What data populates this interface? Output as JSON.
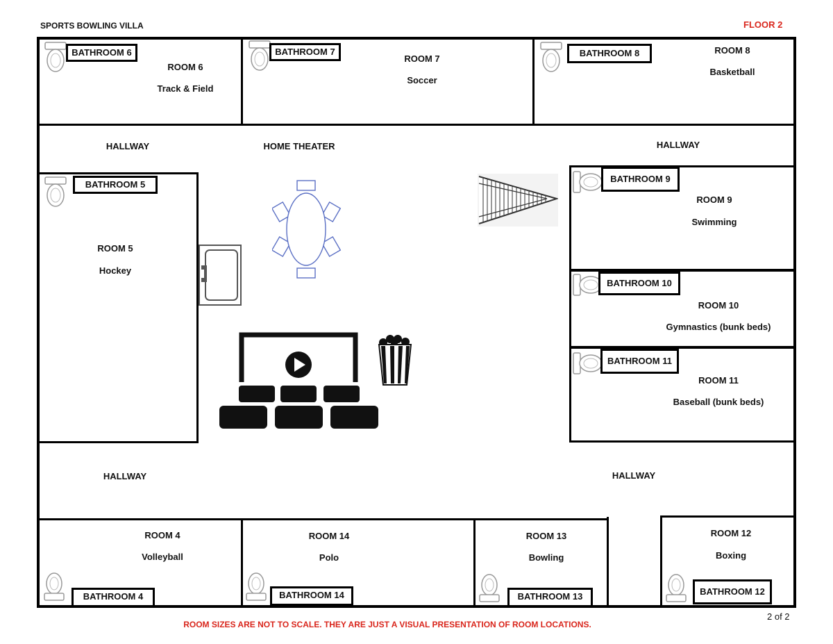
{
  "title": "SPORTS BOWLING VILLA",
  "floor": "FLOOR 2",
  "footer_note": "ROOM SIZES ARE NOT TO SCALE. THEY ARE JUST A VISUAL PRESENTATION OF ROOM LOCATIONS.",
  "page_number": "2 of 2",
  "accent_color": "#d9261c",
  "areas": {
    "hallway_top_left": "HALLWAY",
    "home_theater": "HOME THEATER",
    "hallway_top_right": "HALLWAY",
    "hallway_bottom_left": "HALLWAY",
    "hallway_bottom_right": "HALLWAY"
  },
  "rooms": {
    "r6": {
      "name": "ROOM 6",
      "sport": "Track & Field",
      "bath": "BATHROOM 6"
    },
    "r7": {
      "name": "ROOM 7",
      "sport": "Soccer",
      "bath": "BATHROOM 7"
    },
    "r8": {
      "name": "ROOM 8",
      "sport": "Basketball",
      "bath": "BATHROOM 8"
    },
    "r5": {
      "name": "ROOM 5",
      "sport": "Hockey",
      "bath": "BATHROOM 5"
    },
    "r9": {
      "name": "ROOM 9",
      "sport": "Swimming",
      "bath": "BATHROOM 9"
    },
    "r10": {
      "name": "ROOM 10",
      "sport": "Gymnastics (bunk beds)",
      "bath": "BATHROOM 10"
    },
    "r11": {
      "name": "ROOM 11",
      "sport": "Baseball (bunk beds)",
      "bath": "BATHROOM 11"
    },
    "r4": {
      "name": "ROOM 4",
      "sport": "Volleyball",
      "bath": "BATHROOM 4"
    },
    "r14": {
      "name": "ROOM 14",
      "sport": "Polo",
      "bath": "BATHROOM 14"
    },
    "r13": {
      "name": "ROOM 13",
      "sport": "Bowling",
      "bath": "BATHROOM 13"
    },
    "r12": {
      "name": "ROOM 12",
      "sport": "Boxing",
      "bath": "BATHROOM 12"
    }
  },
  "icons": [
    "toilet-icon",
    "dining-table-icon",
    "sink-icon",
    "staircase-icon",
    "home-theater-icon",
    "popcorn-icon"
  ]
}
